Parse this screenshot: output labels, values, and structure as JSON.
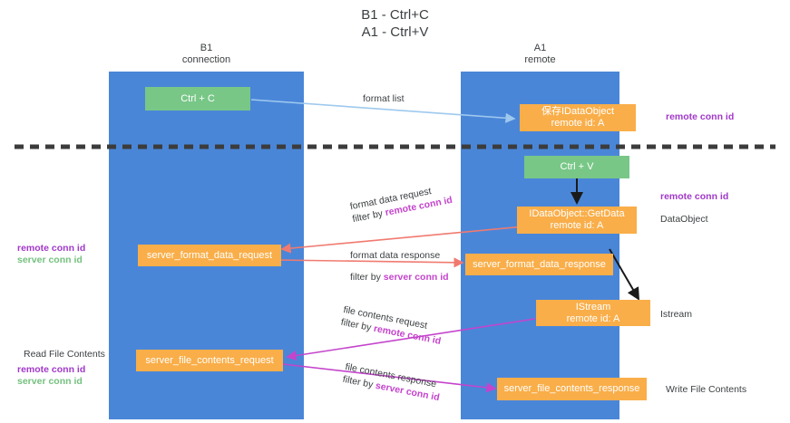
{
  "diagram": {
    "title_line1": "B1 - Ctrl+C",
    "title_line2": "A1 - Ctrl+V",
    "colors": {
      "lane": "#4a86d8",
      "green_box": "#78c787",
      "orange_box": "#f9ae49",
      "remote_conn_id": "#a138c9",
      "server_conn_id": "#74c07f",
      "format_arrow": "#f07a70",
      "file_arrow": "#c444cc",
      "light_blue_arrow": "#9ec9ee",
      "divider": "#3c3c3c"
    }
  },
  "lanes": [
    {
      "name": "B1",
      "subtitle": "connection"
    },
    {
      "name": "A1",
      "subtitle": "remote"
    }
  ],
  "nodes": {
    "ctrl_c": {
      "label": "Ctrl + C"
    },
    "ctrl_v": {
      "label": "Ctrl + V"
    },
    "save_dataobject": {
      "line1": "保存IDataObject",
      "line2": "remote id: A"
    },
    "getdata": {
      "line1": "IDataObject::GetData",
      "line2": "remote id: A"
    },
    "istream": {
      "line1": "IStream",
      "line2": "remote id: A"
    },
    "server_format_data_request": {
      "label": "server_format_data_request"
    },
    "server_format_data_response": {
      "label": "server_format_data_response"
    },
    "server_file_contents_request": {
      "label": "server_file_contents_request"
    },
    "server_file_contents_response": {
      "label": "server_file_contents_response"
    }
  },
  "edge_labels": {
    "format_list": {
      "text": "format list"
    },
    "format_data_request": {
      "line1": "format data request",
      "filter_prefix": "filter by ",
      "filter_key": "remote conn id"
    },
    "format_data_response": {
      "line1": "format data response",
      "filter_prefix": "filter by ",
      "filter_key": "server conn id"
    },
    "file_contents_request": {
      "line1": "file contents request",
      "filter_prefix": "filter by ",
      "filter_key": "remote conn id"
    },
    "file_contents_response": {
      "line1": "file contents response",
      "filter_prefix": "filter by ",
      "filter_key": "server conn id"
    }
  },
  "annotations": {
    "right_remote_conn_id_top": "remote conn id",
    "right_remote_conn_id_mid": "remote conn id",
    "right_dataobject": "DataObject",
    "right_istream": "Istream",
    "right_write_file_contents": "Write File Contents",
    "left_remote_conn_id_mid": "remote conn id",
    "left_server_conn_id_mid": "server conn id",
    "left_read_file_contents": "Read File Contents",
    "left_remote_conn_id_bottom": "remote conn id",
    "left_server_conn_id_bottom": "server conn id"
  }
}
